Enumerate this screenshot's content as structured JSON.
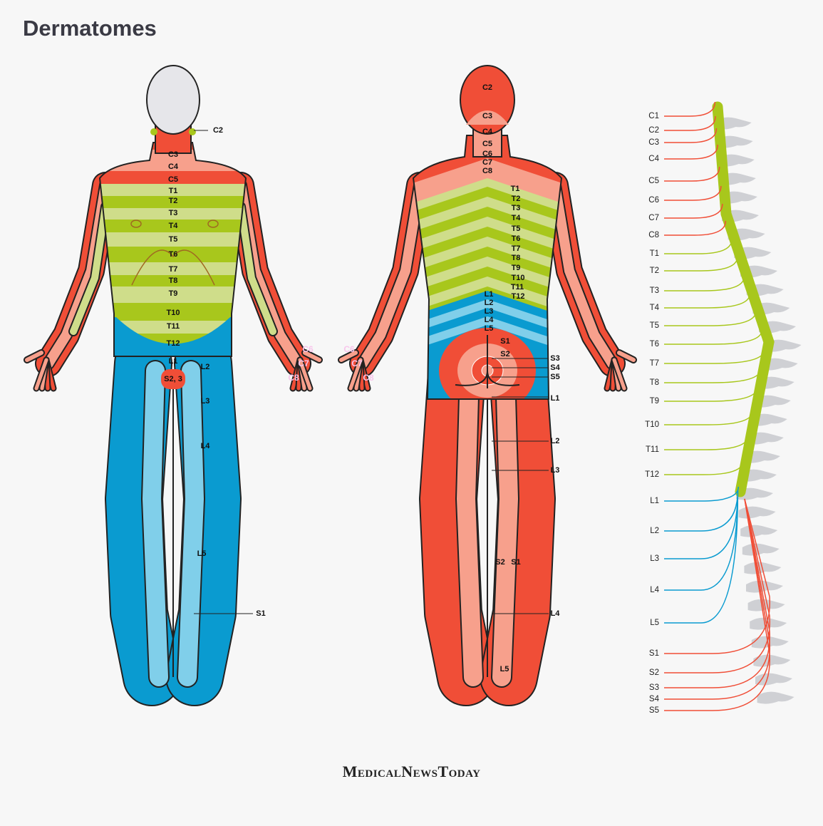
{
  "title": "Dermatomes",
  "logo": "MedicalNewsToday",
  "colors": {
    "red": "#f04e37",
    "salmon": "#f7a08c",
    "green": "#a8c71c",
    "light_green": "#cfdd8a",
    "blue": "#0a9bd0",
    "light_blue": "#80cfea",
    "head": "#e6e6ea",
    "outline": "#222222"
  },
  "front_labels": [
    "C2",
    "C3",
    "C4",
    "C5",
    "T1",
    "T2",
    "T3",
    "T4",
    "T5",
    "T6",
    "T7",
    "T8",
    "T9",
    "T10",
    "T11",
    "T12",
    "L1",
    "L2",
    "S2, 3",
    "L3",
    "L4",
    "L5",
    "S1",
    "C6",
    "C7",
    "C8"
  ],
  "back_labels": [
    "C2",
    "C3",
    "C4",
    "C5",
    "C6",
    "C7",
    "C8",
    "T1",
    "T2",
    "T3",
    "T4",
    "T5",
    "T6",
    "T7",
    "T8",
    "T9",
    "T10",
    "T11",
    "T12",
    "L1",
    "L2",
    "L3",
    "L4",
    "L5",
    "S1",
    "S2",
    "S3",
    "S4",
    "S5",
    "L1",
    "L2",
    "L3",
    "S2",
    "S1",
    "L4",
    "L5",
    "C6",
    "C7",
    "C8"
  ],
  "spine_labels": [
    "C1",
    "C2",
    "C3",
    "C4",
    "C5",
    "C6",
    "C7",
    "C8",
    "T1",
    "T2",
    "T3",
    "T4",
    "T5",
    "T6",
    "T7",
    "T8",
    "T9",
    "T10",
    "T11",
    "T12",
    "L1",
    "L2",
    "L3",
    "L4",
    "L5",
    "S1",
    "S2",
    "S3",
    "S4",
    "S5"
  ]
}
